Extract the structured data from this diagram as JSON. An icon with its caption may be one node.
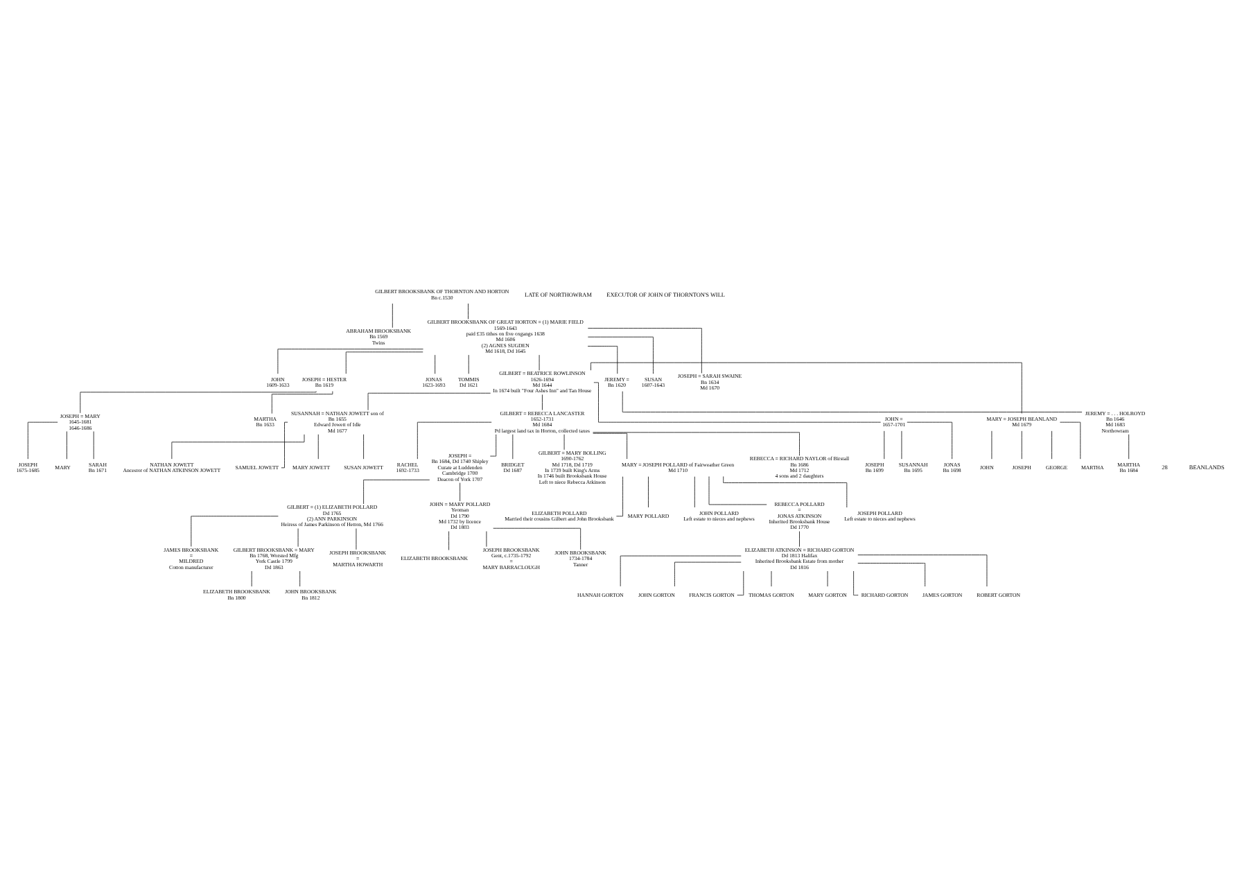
{
  "diagram": {
    "nodes": [
      {
        "text": [
          "GILBERT BROOKSBANK OF THORNTON AND HORTON",
          "Bn c.1530"
        ]
      },
      {
        "text": [
          "ABRAHAM BROOKSBANK",
          "Bn 1569",
          "Twins"
        ]
      },
      {
        "text": [
          "GILBERT BROOKSBANK OF GREAT HORTON = (1) MARIE FIELD",
          "1569-1643",
          "paid £35 tithes on five oxgangs 1638",
          "Md 1606",
          "(2) AGNES SUGDEN",
          "Md 1618, Dd 1645"
        ]
      },
      {
        "text": [
          "JOHN",
          "1609-1633"
        ]
      },
      {
        "text": [
          "JOSEPH = HESTER",
          "Bn 1619"
        ]
      },
      {
        "text": [
          "JONAS",
          "1623-1693"
        ]
      },
      {
        "text": [
          "TOMMIS",
          "Dd 1621"
        ]
      },
      {
        "text": [
          "GILBERT = BEATRICE ROWLINSON",
          "1626-1694",
          "Md 1644",
          "In 1674 built \"Four Ashes Inn\" and Tan House"
        ]
      },
      {
        "text": [
          "JEREMY =",
          "Bn 1620"
        ]
      },
      {
        "text": [
          "SUSAN",
          "1607-1643"
        ]
      },
      {
        "text": [
          "JOSEPH = SARAH SWAINE",
          "Bn 1634",
          "Md 1670"
        ]
      },
      {
        "text": [
          "JOSEPH = MARY",
          "1645-1681",
          "1646-1686"
        ]
      },
      {
        "text": [
          "MARTHA",
          "Bn 1633"
        ]
      },
      {
        "text": [
          "JOSEPH",
          "1675-1685"
        ]
      },
      {
        "text": [
          "MARY"
        ]
      },
      {
        "text": [
          "SARAH",
          "Bn 1671"
        ]
      },
      {
        "text": [
          "JEREMY = . . . HOLROYD",
          "Bn 1646",
          "Md 1683",
          "Northowram"
        ]
      },
      {
        "text": [
          "MARTHA",
          "Bn 1684"
        ]
      },
      {
        "text": [
          "SUSANNAH = NATHAN JOWETT son of",
          "Bn 1655",
          "Edward Jowett of Idle",
          "Md 1677"
        ]
      },
      {
        "text": [
          "GILBERT = REBECCA LANCASTER",
          "1652-1731",
          "Md 1684",
          "Pd largest land tax in Horton, collected taxes"
        ]
      },
      {
        "text": [
          "JOHN =",
          "1657-1701"
        ]
      },
      {
        "text": [
          "MARY = JOSEPH BEANLAND",
          "Md 1679"
        ]
      },
      {
        "text": [
          "NATHAN JOWETT",
          "Ancestor of NATHAN ATKINSON JOWETT"
        ]
      },
      {
        "text": [
          "SAMUEL JOWETT"
        ]
      },
      {
        "text": [
          "MARY JOWETT"
        ]
      },
      {
        "text": [
          "SUSAN JOWETT"
        ]
      },
      {
        "text": [
          "JOSEPH",
          "Bn 1699"
        ]
      },
      {
        "text": [
          "SUSANNAH",
          "Bn 1695"
        ]
      },
      {
        "text": [
          "JONAS",
          "Bn 1698"
        ]
      },
      {
        "text": [
          "JOHN"
        ]
      },
      {
        "text": [
          "JOSEPH"
        ]
      },
      {
        "text": [
          "GEORGE"
        ]
      },
      {
        "text": [
          "MARTHA"
        ]
      },
      {
        "text": [
          "RACHEL",
          "1692-1733"
        ]
      },
      {
        "text": [
          "JOSEPH =",
          "Bn 1684, Dd 1740 Shipley",
          "Curate at Luddenden",
          "Cambridge 1700",
          "Deacon of York 1707"
        ]
      },
      {
        "text": [
          "BRIDGET",
          "Dd 1687"
        ]
      },
      {
        "text": [
          "GILBERT = MARY BOLLING",
          "1690-1762",
          "Md 1718, Dd 1719",
          "In 1739 built King's Arms",
          "In 1746 built Brooksbank House",
          "Left to niece Rebecca Atkinson"
        ]
      },
      {
        "text": [
          "MARY = JOSEPH POLLARD of Fairweather Green",
          "Md 1710"
        ]
      },
      {
        "text": [
          "REBECCA = RICHARD NAYLOR of Birstall",
          "Bn 1686",
          "Md 1712",
          "4 sons and 2 daughters"
        ]
      },
      {
        "text": [
          "GILBERT = (1) ELIZABETH POLLARD",
          "Dd 1765",
          "(2) ANN PARKINSON",
          "Heiress of James Parkinson of Hetton, Md 1766"
        ]
      },
      {
        "text": [
          "JOHN = MARY POLLARD",
          "Yeoman",
          "Dd 1790",
          "Md 1732 by licence",
          "Dd 1803"
        ]
      },
      {
        "text": [
          "JAMES BROOKSBANK",
          "=",
          "MILDRED",
          "Cotton manufacturer"
        ]
      },
      {
        "text": [
          "GILBERT BROOKSBANK = MARY",
          "Bn 1768, Worsted Mfg",
          "York Castle 1799",
          "Dd 1863"
        ]
      },
      {
        "text": [
          "JOSEPH BROOKSBANK",
          "=",
          "MARTHA HOWARTH"
        ]
      },
      {
        "text": [
          "ELIZABETH BROOKSBANK",
          "Bn 1800"
        ]
      },
      {
        "text": [
          "JOHN BROOKSBANK",
          "Bn 1812"
        ]
      },
      {
        "text": [
          "ELIZABETH BROOKSBANK"
        ]
      },
      {
        "text": [
          "JOSEPH BROOKSBANK",
          "Gent, c.1735-1792",
          "=",
          "MARY BARRACLOUGH"
        ]
      },
      {
        "text": [
          "JOHN BROOKSBANK",
          "1734-1784",
          "Tanner"
        ]
      },
      {
        "text": [
          "ELIZABETH POLLARD",
          "Married their cousins Gilbert and John Brooksbank"
        ]
      },
      {
        "text": [
          "MARY POLLARD"
        ]
      },
      {
        "text": [
          "JOHN POLLARD",
          "Left estate to nieces and nephews"
        ]
      },
      {
        "text": [
          "REBECCA POLLARD",
          "=",
          "JONAS ATKINSON",
          "Inherited Brooksbank House",
          "Dd 1770"
        ]
      },
      {
        "text": [
          "JOSEPH POLLARD",
          "Left estate to nieces and nephews"
        ]
      },
      {
        "text": [
          "ELIZABETH ATKINSON = RICHARD GORTON",
          "Dd 1813 Halifax",
          "Inherited Brooksbank Estate from mother",
          "Dd 1816"
        ]
      },
      {
        "text": [
          "HANNAH GORTON"
        ]
      },
      {
        "text": [
          "JOHN GORTON"
        ]
      },
      {
        "text": [
          "FRANCIS GORTON"
        ]
      },
      {
        "text": [
          "THOMAS GORTON"
        ]
      },
      {
        "text": [
          "MARY GORTON"
        ]
      },
      {
        "text": [
          "RICHARD GORTON"
        ]
      },
      {
        "text": [
          "JAMES GORTON"
        ]
      },
      {
        "text": [
          "ROBERT GORTON"
        ]
      }
    ],
    "edges": [
      {
        "from": 0,
        "to": 1,
        "arrow": "none"
      },
      {
        "from": 0,
        "to": 2,
        "arrow": "none"
      },
      {
        "from": 2,
        "to": 3,
        "arrow": "none"
      },
      {
        "from": 2,
        "to": 4,
        "arrow": "none"
      },
      {
        "from": 2,
        "to": 5,
        "arrow": "none"
      },
      {
        "from": 2,
        "to": 6,
        "arrow": "none"
      },
      {
        "from": 2,
        "to": 7,
        "arrow": "none"
      },
      {
        "from": 2,
        "to": 8,
        "arrow": "none"
      },
      {
        "from": 2,
        "to": 9,
        "arrow": "none"
      },
      {
        "from": 2,
        "to": 10,
        "arrow": "none"
      },
      {
        "from": 4,
        "to": 11,
        "arrow": "none"
      },
      {
        "from": 4,
        "to": 12,
        "arrow": "none"
      },
      {
        "from": 11,
        "to": 13,
        "arrow": "none"
      },
      {
        "from": 11,
        "to": 14,
        "arrow": "none"
      },
      {
        "from": 11,
        "to": 15,
        "arrow": "none"
      },
      {
        "from": 8,
        "to": 16,
        "arrow": "none"
      },
      {
        "from": 16,
        "to": 17,
        "arrow": "none"
      },
      {
        "from": 7,
        "to": 18,
        "arrow": "none"
      },
      {
        "from": 7,
        "to": 19,
        "arrow": "none"
      },
      {
        "from": 7,
        "to": 20,
        "arrow": "none"
      },
      {
        "from": 7,
        "to": 21,
        "arrow": "none"
      },
      {
        "from": 18,
        "to": 22,
        "arrow": "none"
      },
      {
        "from": 18,
        "to": 23,
        "arrow": "none"
      },
      {
        "from": 18,
        "to": 24,
        "arrow": "none"
      },
      {
        "from": 18,
        "to": 25,
        "arrow": "none"
      },
      {
        "from": 20,
        "to": 26,
        "arrow": "none"
      },
      {
        "from": 20,
        "to": 27,
        "arrow": "none"
      },
      {
        "from": 20,
        "to": 28,
        "arrow": "none"
      },
      {
        "from": 21,
        "to": 29,
        "arrow": "none"
      },
      {
        "from": 21,
        "to": 30,
        "arrow": "none"
      },
      {
        "from": 21,
        "to": 31,
        "arrow": "none"
      },
      {
        "from": 21,
        "to": 32,
        "arrow": "none"
      },
      {
        "from": 19,
        "to": 33,
        "arrow": "none"
      },
      {
        "from": 19,
        "to": 34,
        "arrow": "none"
      },
      {
        "from": 19,
        "to": 35,
        "arrow": "none"
      },
      {
        "from": 19,
        "to": 36,
        "arrow": "none"
      },
      {
        "from": 19,
        "to": 37,
        "arrow": "none"
      },
      {
        "from": 19,
        "to": 38,
        "arrow": "none"
      },
      {
        "from": 34,
        "to": 39,
        "arrow": "none"
      },
      {
        "from": 34,
        "to": 40,
        "arrow": "none"
      },
      {
        "from": 39,
        "to": 41,
        "arrow": "none"
      },
      {
        "from": 39,
        "to": 42,
        "arrow": "none"
      },
      {
        "from": 39,
        "to": 43,
        "arrow": "none"
      },
      {
        "from": 42,
        "to": 44,
        "arrow": "none"
      },
      {
        "from": 42,
        "to": 45,
        "arrow": "none"
      },
      {
        "from": 40,
        "to": 46,
        "arrow": "none"
      },
      {
        "from": 40,
        "to": 47,
        "arrow": "none"
      },
      {
        "from": 40,
        "to": 48,
        "arrow": "none"
      },
      {
        "from": 37,
        "to": 49,
        "arrow": "none"
      },
      {
        "from": 37,
        "to": 50,
        "arrow": "none"
      },
      {
        "from": 37,
        "to": 51,
        "arrow": "none"
      },
      {
        "from": 37,
        "to": 52,
        "arrow": "none"
      },
      {
        "from": 37,
        "to": 53,
        "arrow": "none"
      },
      {
        "from": 52,
        "to": 54,
        "arrow": "none"
      },
      {
        "from": 54,
        "to": 55,
        "arrow": "none"
      },
      {
        "from": 54,
        "to": 56,
        "arrow": "none"
      },
      {
        "from": 54,
        "to": 57,
        "arrow": "none"
      },
      {
        "from": 54,
        "to": 58,
        "arrow": "none"
      },
      {
        "from": 54,
        "to": 59,
        "arrow": "none"
      },
      {
        "from": 54,
        "to": 60,
        "arrow": "none"
      },
      {
        "from": 54,
        "to": 61,
        "arrow": "none"
      },
      {
        "from": 54,
        "to": 62,
        "arrow": "none"
      }
    ],
    "labels": [
      "LATE OF NORTHOWRAM",
      "EXECUTOR OF JOHN OF THORNTON'S WILL",
      "28",
      "BEANLANDS"
    ]
  }
}
